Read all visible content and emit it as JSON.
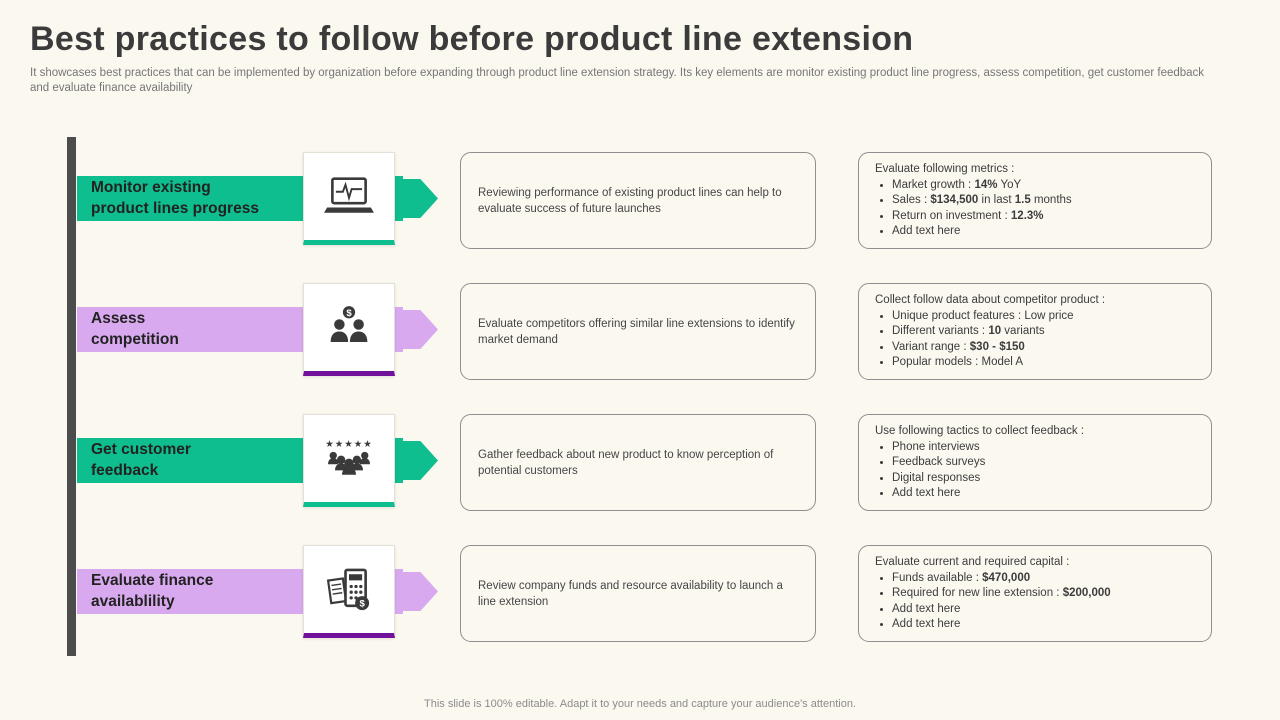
{
  "slide": {
    "title": "Best practices to follow before product line extension",
    "subtitle": "It showcases best practices that can be implemented by organization before expanding through product line extension strategy. Its key elements are monitor existing product line progress, assess competition, get customer feedback and evaluate finance availability",
    "footer": "This slide is 100% editable. Adapt it to your needs and capture your audience's attention."
  },
  "colors": {
    "background": "#fbf8f0",
    "green": "#0fbe8e",
    "purple_light": "#d9a9ef",
    "purple_dark": "#70109b",
    "bar": "#4c4c4c"
  },
  "rows": [
    {
      "label": "Monitor existing\nproduct lines progress",
      "theme": "green",
      "icon": "laptop-pulse-icon",
      "center_text": "Reviewing  performance  of existing product lines can help to evaluate  success of future  launches",
      "right": {
        "title": "Evaluate following  metrics :",
        "bullets": [
          [
            {
              "t": "Market growth  : "
            },
            {
              "t": "14%",
              "b": true
            },
            {
              "t": " YoY"
            }
          ],
          [
            {
              "t": "Sales : "
            },
            {
              "t": "$134,500",
              "b": true
            },
            {
              "t": "  in last "
            },
            {
              "t": "1.5",
              "b": true
            },
            {
              "t": " months"
            }
          ],
          [
            {
              "t": "Return on investment  : "
            },
            {
              "t": "12.3%",
              "b": true
            }
          ],
          [
            {
              "t": "Add text here"
            }
          ]
        ]
      }
    },
    {
      "label": "Assess\ncompetition",
      "theme": "purple",
      "icon": "people-dollar-icon",
      "center_text": "Evaluate  competitors  offering  similar line extensions to identify  market demand",
      "right": {
        "title": "Collect follow  data about competitor  product :",
        "bullets": [
          [
            {
              "t": "Unique  product  features  : Low price"
            }
          ],
          [
            {
              "t": "Different  variants  : "
            },
            {
              "t": "10",
              "b": true
            },
            {
              "t": " variants"
            }
          ],
          [
            {
              "t": "Variant range  : "
            },
            {
              "t": "$30 - $150",
              "b": true
            }
          ],
          [
            {
              "t": "Popular  models  : Model A"
            }
          ]
        ]
      }
    },
    {
      "label": "Get customer\nfeedback",
      "theme": "green",
      "icon": "crowd-stars-icon",
      "center_text": "Gather feedback  about new product to know perception of potential customers",
      "right": {
        "title": "Use following  tactics to collect feedback  :",
        "bullets": [
          [
            {
              "t": "Phone interviews"
            }
          ],
          [
            {
              "t": "Feedback surveys"
            }
          ],
          [
            {
              "t": "Digital responses"
            }
          ],
          [
            {
              "t": "Add text here"
            }
          ]
        ]
      }
    },
    {
      "label": "Evaluate finance\navailablility",
      "theme": "purple",
      "icon": "finance-calculator-icon",
      "center_text": "Review  company  funds and resource  availability  to launch a line extension",
      "right": {
        "title": "Evaluate  current  and required  capital :",
        "bullets": [
          [
            {
              "t": "Funds available  : "
            },
            {
              "t": "$470,000",
              "b": true
            }
          ],
          [
            {
              "t": "Required  for new line extension : "
            },
            {
              "t": "$200,000",
              "b": true
            }
          ],
          [
            {
              "t": "Add text here"
            }
          ],
          [
            {
              "t": "Add text here"
            }
          ]
        ]
      }
    }
  ]
}
